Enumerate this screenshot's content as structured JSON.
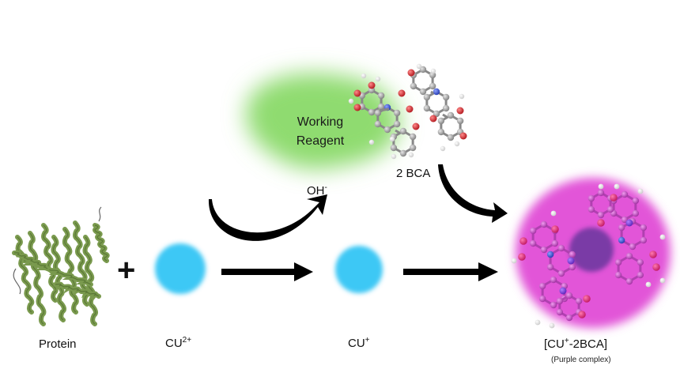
{
  "labels": {
    "working_reagent_line1": "Working",
    "working_reagent_line2": "Reagent",
    "two_bca": "2 BCA",
    "oh_base": "OH",
    "oh_sup": "-",
    "protein": "Protein",
    "cu2_base": "CU",
    "cu2_sup": "2+",
    "cu1_base": "CU",
    "cu1_sup": "+",
    "complex_open": "[CU",
    "complex_sup": "+",
    "complex_close": "-2BCA]",
    "complex_note": "(Purple complex)",
    "plus": "+"
  },
  "colors": {
    "reagent_cloud": "#8fdb6f",
    "copper_ion": "#3ec8f5",
    "complex_cloud": "#e255d8",
    "complex_core": "#7a3aa6",
    "protein": "#7a9a4e",
    "arrow": "#000000",
    "atom_carbon": "#9a9a9a",
    "atom_oxygen": "#d9262a",
    "atom_nitrogen": "#3552d6",
    "atom_hydrogen": "#f0f0f0"
  },
  "icons": {
    "protein": "protein-ribbon-structure-icon",
    "molecule": "bca-molecule-icon"
  }
}
